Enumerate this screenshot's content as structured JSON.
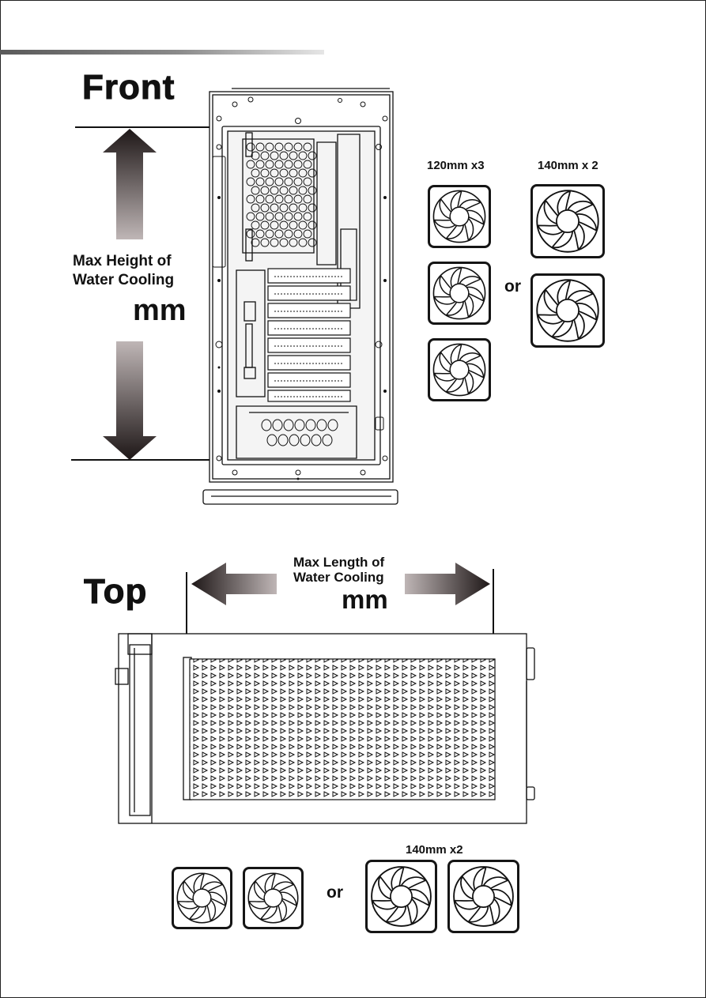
{
  "front": {
    "title": "Front",
    "height_label_line1": "Max Height of",
    "height_label_line2": "Water Cooling",
    "unit": "mm",
    "fan_option_a": "120mm x3",
    "fan_option_b": "140mm x 2",
    "or_label": "or"
  },
  "top": {
    "title": "Top",
    "length_label_line1": "Max Length of",
    "length_label_line2": "Water Cooling",
    "unit": "mm",
    "fan_option_b": "140mm x2",
    "or_label": "or"
  },
  "icons": {
    "fan": "fan-icon",
    "arrow_up": "arrow-up-icon",
    "arrow_down": "arrow-down-icon",
    "arrow_left": "arrow-left-icon",
    "arrow_right": "arrow-right-icon",
    "case_side": "pc-case-side-view-icon",
    "case_top": "pc-case-top-view-icon"
  },
  "colors": {
    "ink": "#111111",
    "arrow_dark": "#1e1717",
    "arrow_light": "#b9b2b2"
  }
}
